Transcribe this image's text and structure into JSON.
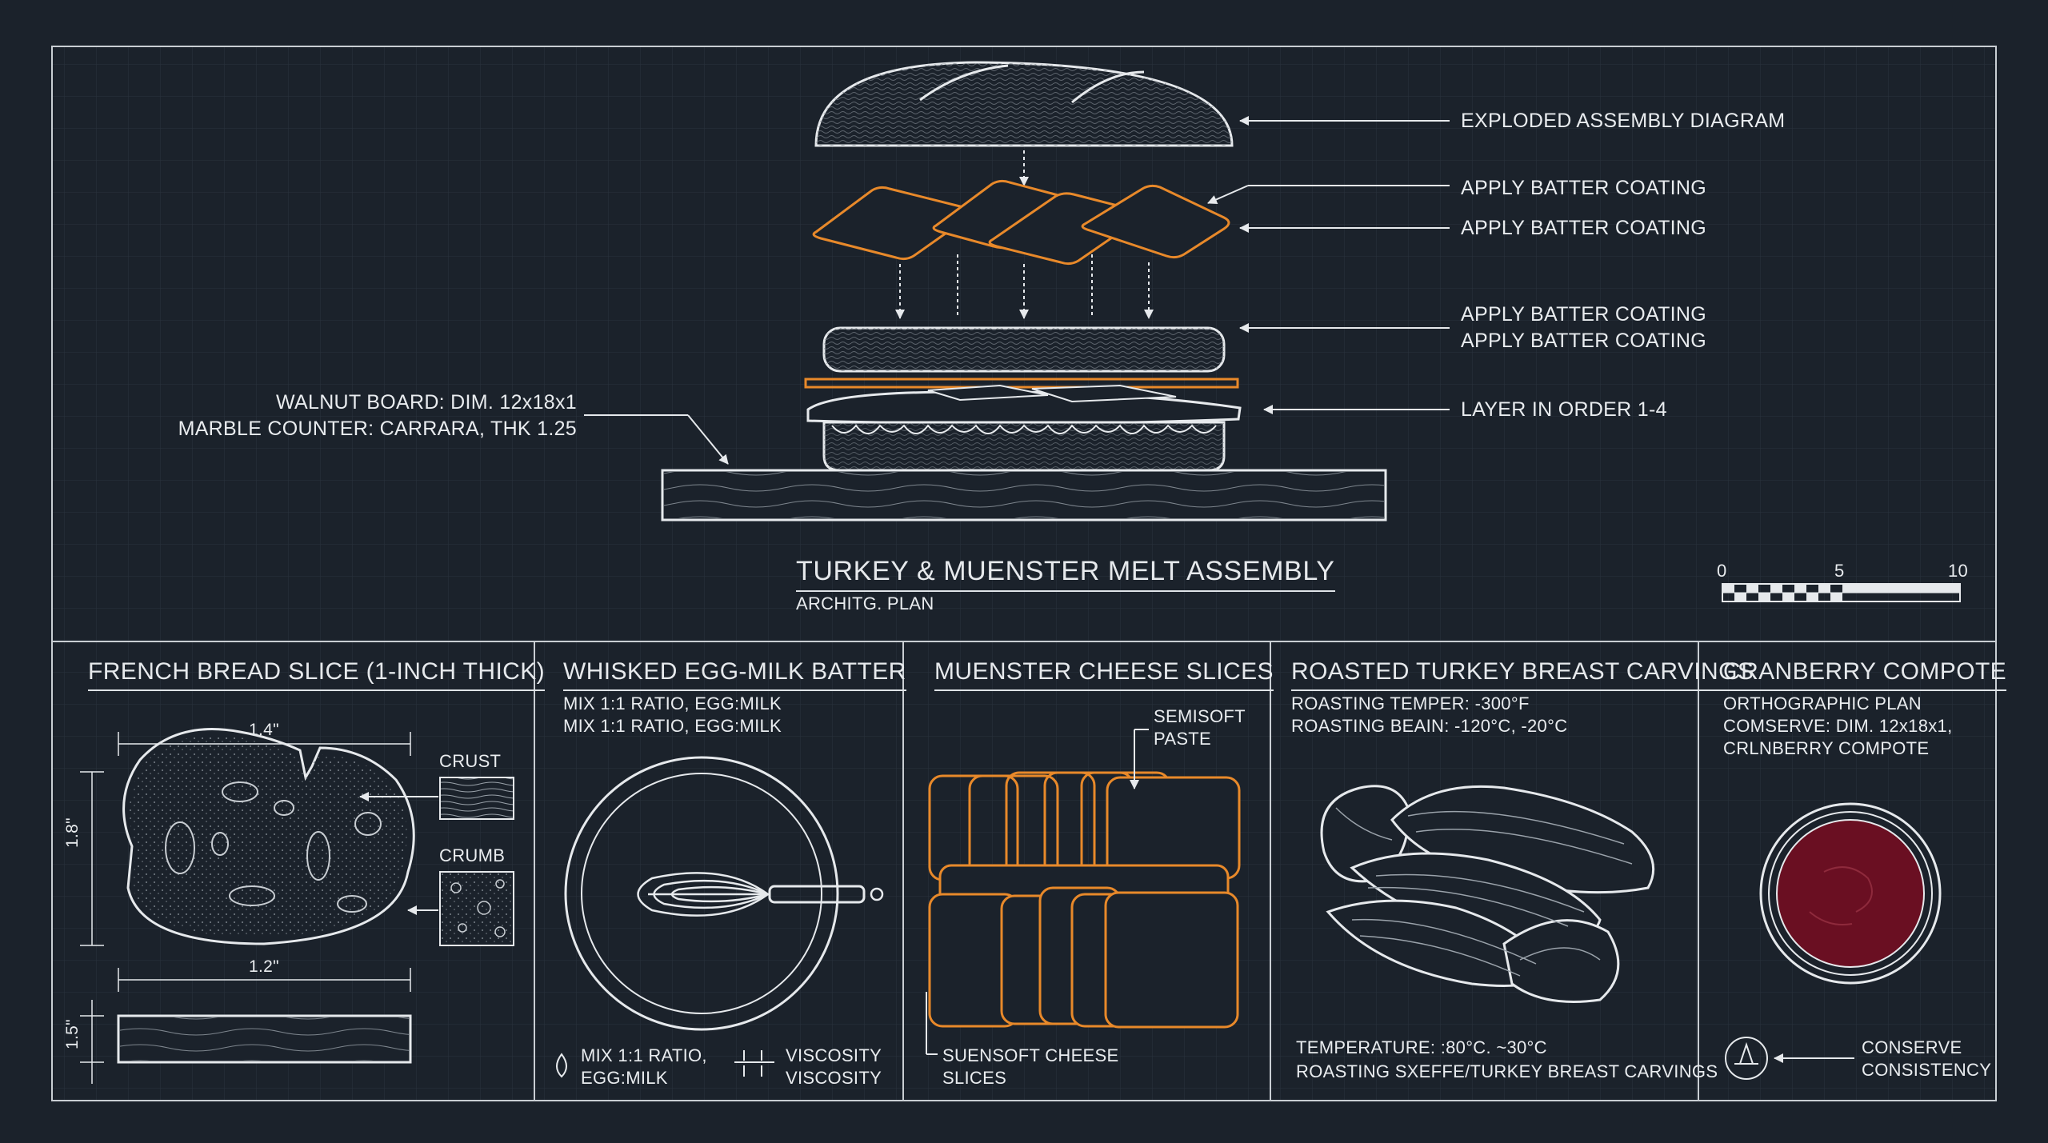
{
  "colors": {
    "background": "#1b222b",
    "grid": "#2b3540",
    "line": "#e6e9ec",
    "accent_orange": "#e8892a",
    "compote": "#6a0f22"
  },
  "title_block": {
    "title": "TURKEY & MUENSTER MELT ASSEMBLY",
    "subtitle": "ARCHITG. PLAN"
  },
  "scale_bar": {
    "ticks": [
      "0",
      "5",
      "10"
    ]
  },
  "callouts": {
    "exploded": "EXPLODED ASSEMBLY DIAGRAM",
    "batter_1": "APPLY BATTER COATING",
    "batter_2": "APPLY BATTER COATING",
    "batter_3": "APPLY BATTER COATING",
    "batter_4": "APPLY BATTER COATING",
    "layer": "LAYER IN ORDER 1-4",
    "board_1": "WALNUT BOARD: DIM. 12x18x1",
    "board_2": "MARBLE COUNTER: CARRARA, THK 1.25"
  },
  "panels": {
    "bread": {
      "title": "FRENCH BREAD SLICE (1-INCH THICK)",
      "dim_top": "1.4\"",
      "dim_left": "1.8\"",
      "dim_bottom": "1.2\"",
      "dim_side": "1.5\"",
      "crust": "CRUST",
      "crumb": "CRUMB"
    },
    "batter": {
      "title": "WHISKED EGG-MILK BATTER",
      "line1": "MIX 1:1 RATIO, EGG:MILK",
      "line2": "MIX 1:1 RATIO, EGG:MILK",
      "legend_mix_1": "MIX 1:1 RATIO,",
      "legend_mix_2": "EGG:MILK",
      "legend_visc_1": "VISCOSITY",
      "legend_visc_2": "VISCOSITY"
    },
    "cheese": {
      "title": "MUENSTER CHEESE SLICES",
      "note_1": "SEMISOFT",
      "note_2": "PASTE",
      "foot_1": "SUENSOFT CHEESE",
      "foot_2": "SLICES"
    },
    "turkey": {
      "title": "ROASTED TURKEY BREAST CARVINGS",
      "line1": "ROASTING TEMPER: -300°F",
      "line2": "ROASTING BEAIN: -120°C, -20°C",
      "foot_1": "TEMPERATURE: :80°C. ~30°C",
      "foot_2": "ROASTING SXEFFE/TURKEY BREAST CARVINGS"
    },
    "compote": {
      "title": "CRANBERRY COMPOTE",
      "line1": "ORTHOGRAPHIC PLAN",
      "line2": "COMSERVE: DIM. 12x18x1,",
      "line3": "CRLNBERRY COMPOTE",
      "foot_1": "CONSERVE",
      "foot_2": "CONSISTENCY"
    }
  }
}
